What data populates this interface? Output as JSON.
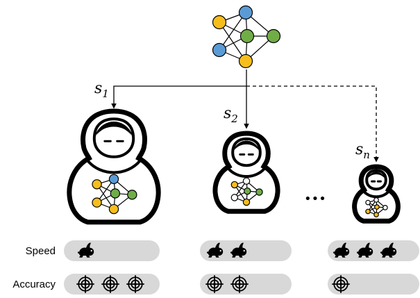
{
  "rows": {
    "speed_label": "Speed",
    "accuracy_label": "Accuracy"
  },
  "submodels": [
    {
      "var": "s",
      "sub": "1",
      "speed": 1,
      "accuracy": 3,
      "icon_speed": "rabbit-icon",
      "icon_accuracy": "target-icon"
    },
    {
      "var": "s",
      "sub": "2",
      "speed": 2,
      "accuracy": 2,
      "icon_speed": "rabbit-icon",
      "icon_accuracy": "target-icon"
    },
    {
      "var": "s",
      "sub": "n",
      "speed": 3,
      "accuracy": 1,
      "icon_speed": "rabbit-icon",
      "icon_accuracy": "target-icon"
    }
  ],
  "ellipsis": "•••",
  "colors": {
    "yellow": "#F6BE1C",
    "blue": "#5B9BD5",
    "green": "#70AD47",
    "pill": "#d8d8d8",
    "line": "#000000"
  }
}
